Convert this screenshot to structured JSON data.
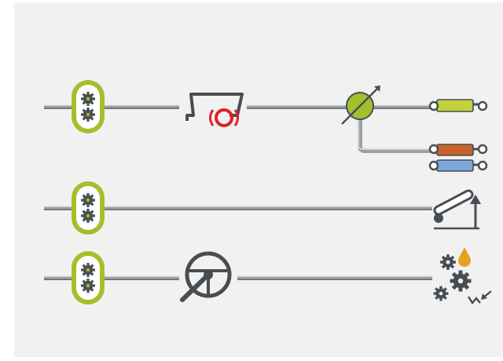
{
  "diagram": {
    "title": "",
    "colors": {
      "background": "#f1f1f1",
      "pipe": "#9aa0a6",
      "pipe_highlight": "#e8eaec",
      "pipe_shadow": "#5d6268",
      "pump_green": "#a3bf2a",
      "pump_inner": "#ffffff",
      "gear_dark": "#4a4f55",
      "brake_red": "#e2202a",
      "icon_dark": "#474d53",
      "cylinder_green": "#c3d23a",
      "cylinder_orange": "#c8642a",
      "cylinder_blue": "#7fa6dc",
      "oil_drop": "#e8a020"
    },
    "circuits": [
      {
        "id": "circuit-1",
        "pump": "gear-pump-icon",
        "consumers": [
          "trailer-brake-icon",
          "control-valve-icon",
          "hydraulic-cylinder-icon",
          "hydraulic-cylinder-icon",
          "hydraulic-cylinder-icon"
        ]
      },
      {
        "id": "circuit-2",
        "pump": "gear-pump-icon",
        "consumers": [
          "conveyor-lift-icon"
        ]
      },
      {
        "id": "circuit-3",
        "pump": "gear-pump-icon",
        "consumers": [
          "steering-wheel-icon",
          "gearbox-lubrication-icon"
        ]
      }
    ]
  }
}
